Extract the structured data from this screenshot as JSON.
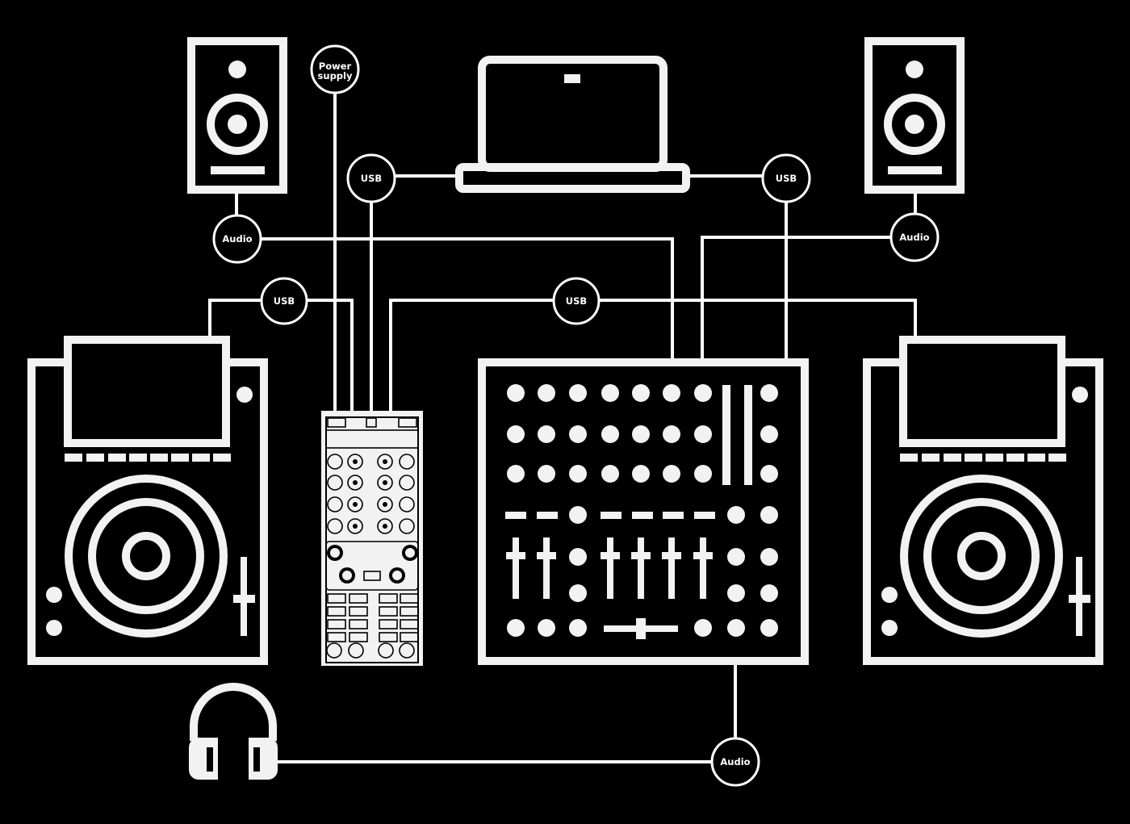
{
  "colors": {
    "background": "#000000",
    "line": "#ffffff",
    "device": "#f2f2f2"
  },
  "labels": {
    "power": [
      "Power",
      "supply"
    ],
    "usb_left_top": "USB",
    "usb_right_top": "USB",
    "audio_left": "Audio",
    "audio_right": "Audio",
    "usb_left_mid": "USB",
    "usb_mid": "USB",
    "audio_headphones": "Audio"
  },
  "devices": {
    "speaker_left": "speaker-icon",
    "speaker_right": "speaker-icon",
    "laptop": "laptop-icon",
    "deck_left": "cdj-player-icon",
    "deck_right": "cdj-player-icon",
    "controller": "midi-controller-icon",
    "mixer": "dj-mixer-icon",
    "headphones": "headphones-icon"
  }
}
